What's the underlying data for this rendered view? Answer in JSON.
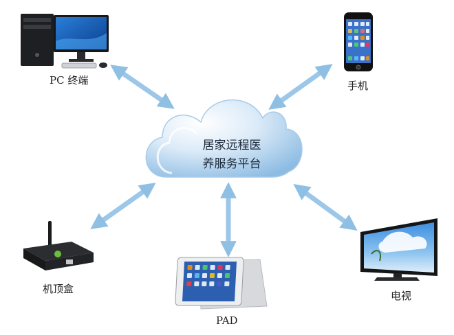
{
  "center": {
    "line1": "居家远程医",
    "line2": "养服务平台"
  },
  "devices": {
    "pc": "PC 终端",
    "phone": "手机",
    "stb": "机顶盒",
    "pad": "PAD",
    "tv": "电视"
  },
  "colors": {
    "arrow": "#8fc0e4",
    "cloud_light": "#f2f8fd",
    "cloud_dark": "#86b7e0"
  }
}
